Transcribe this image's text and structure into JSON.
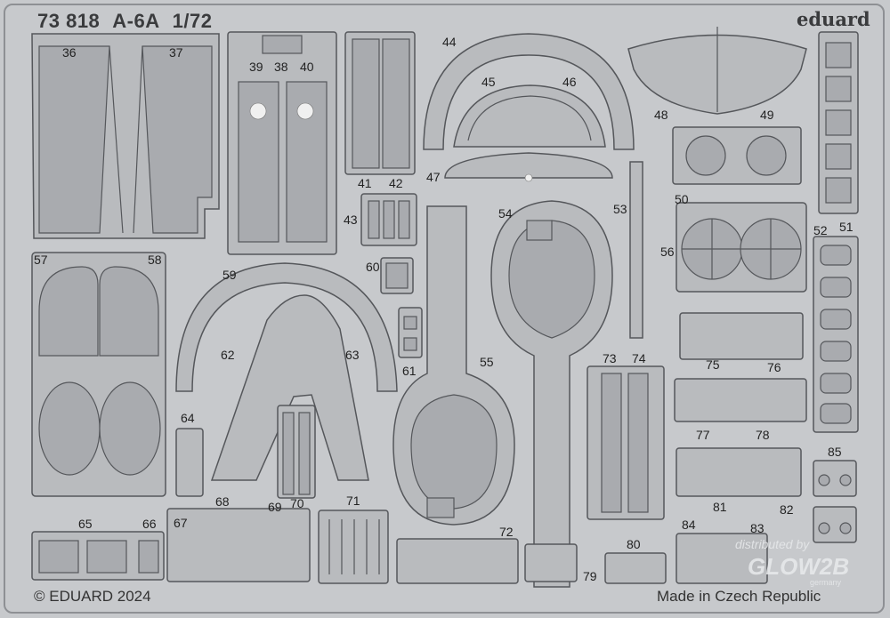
{
  "sheet": {
    "product_number": "73 818",
    "aircraft": "A-6A",
    "scale": "1/72",
    "brand": "eduard",
    "copyright": "© EDUARD 2024",
    "origin": "Made in Czech Republic"
  },
  "watermark": {
    "line1": "distributed by",
    "logo": "GLOW2B",
    "line3": "germany"
  },
  "part_numbers": [
    "36",
    "37",
    "38",
    "39",
    "40",
    "41",
    "42",
    "43",
    "44",
    "45",
    "46",
    "47",
    "48",
    "49",
    "50",
    "51",
    "52",
    "53",
    "54",
    "55",
    "56",
    "57",
    "58",
    "59",
    "60",
    "61",
    "62",
    "63",
    "64",
    "65",
    "66",
    "67",
    "68",
    "69",
    "70",
    "71",
    "72",
    "73",
    "74",
    "75",
    "76",
    "77",
    "78",
    "79",
    "80",
    "81",
    "82",
    "83",
    "84",
    "85"
  ]
}
